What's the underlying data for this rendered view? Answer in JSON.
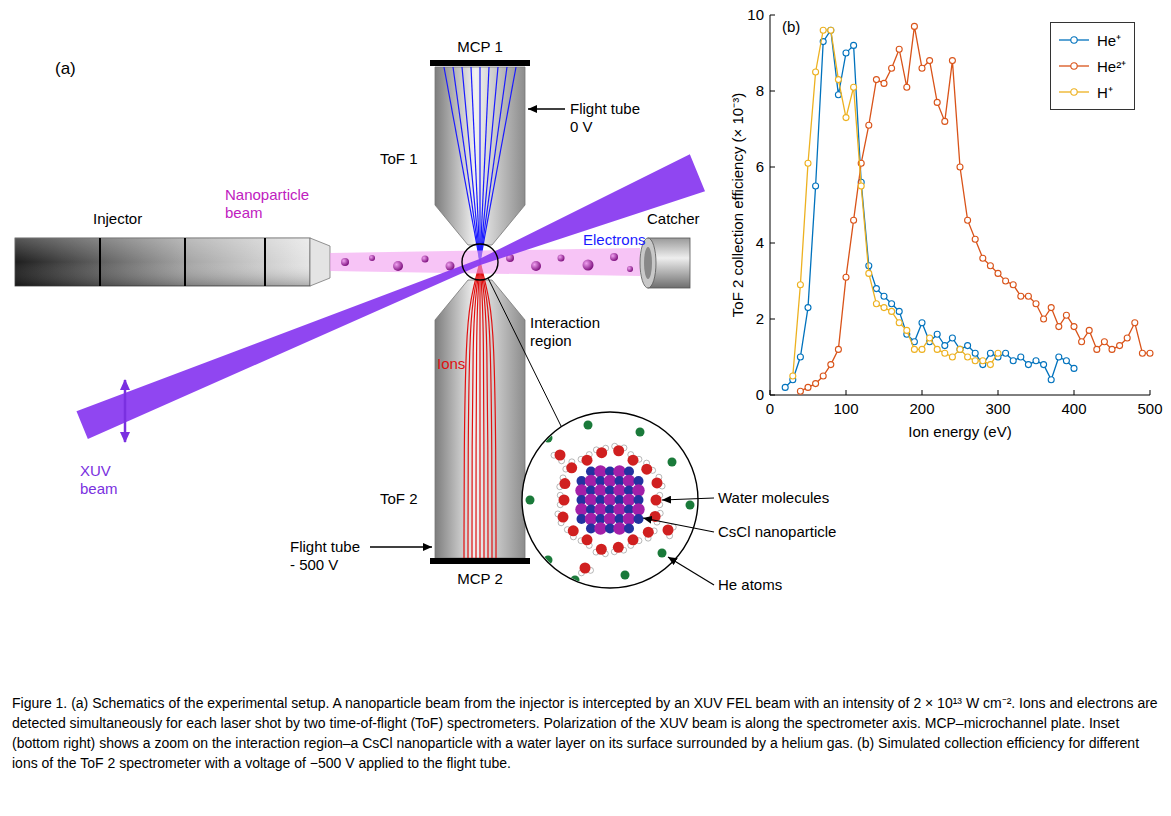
{
  "diagram": {
    "caption": "Figure 1. (a) Schematics of the experimental setup. A nanoparticle beam from the injector is intercepted by an XUV FEL beam with an intensity of 2 × 10¹³ W cm⁻². Ions and electrons are detected simultaneously for each laser shot by two time-of-flight (ToF) spectrometers. Polarization of the XUV beam is along the spectrometer axis. MCP–microchannel plate. Inset (bottom right) shows a zoom on the interaction region–a CsCl nanoparticle with a water layer on its surface surrounded by a helium gas. (b) Simulated collection efficiency for different ions of the ToF 2 spectrometer with a voltage of −500 V applied to the flight tube.",
    "nodes": [
      {
        "text": [
          "ToF 1"
        ]
      },
      {
        "text": [
          "ToF 2"
        ]
      },
      {
        "text": [
          "Injector"
        ]
      },
      {
        "text": [
          "Catcher"
        ]
      }
    ],
    "labels": [
      "(a)",
      "MCP 1",
      "Flight tube 0 V",
      "Electrons",
      "Nanoparticle beam",
      "Interaction region",
      "Ions",
      "XUV beam",
      "Flight tube - 500 V",
      "MCP 2",
      "Water molecules",
      "CsCl nanoparticle",
      "He atoms",
      "(b)",
      "ToF 2 collection efficiency (× 10⁻³)",
      "Ion energy (eV)",
      "0",
      "2",
      "4",
      "6",
      "8",
      "10",
      "0",
      "100",
      "200",
      "300",
      "400",
      "500"
    ],
    "legend": [
      {
        "text": "He⁺"
      },
      {
        "text": "He²⁺"
      },
      {
        "text": "H⁺"
      }
    ]
  }
}
